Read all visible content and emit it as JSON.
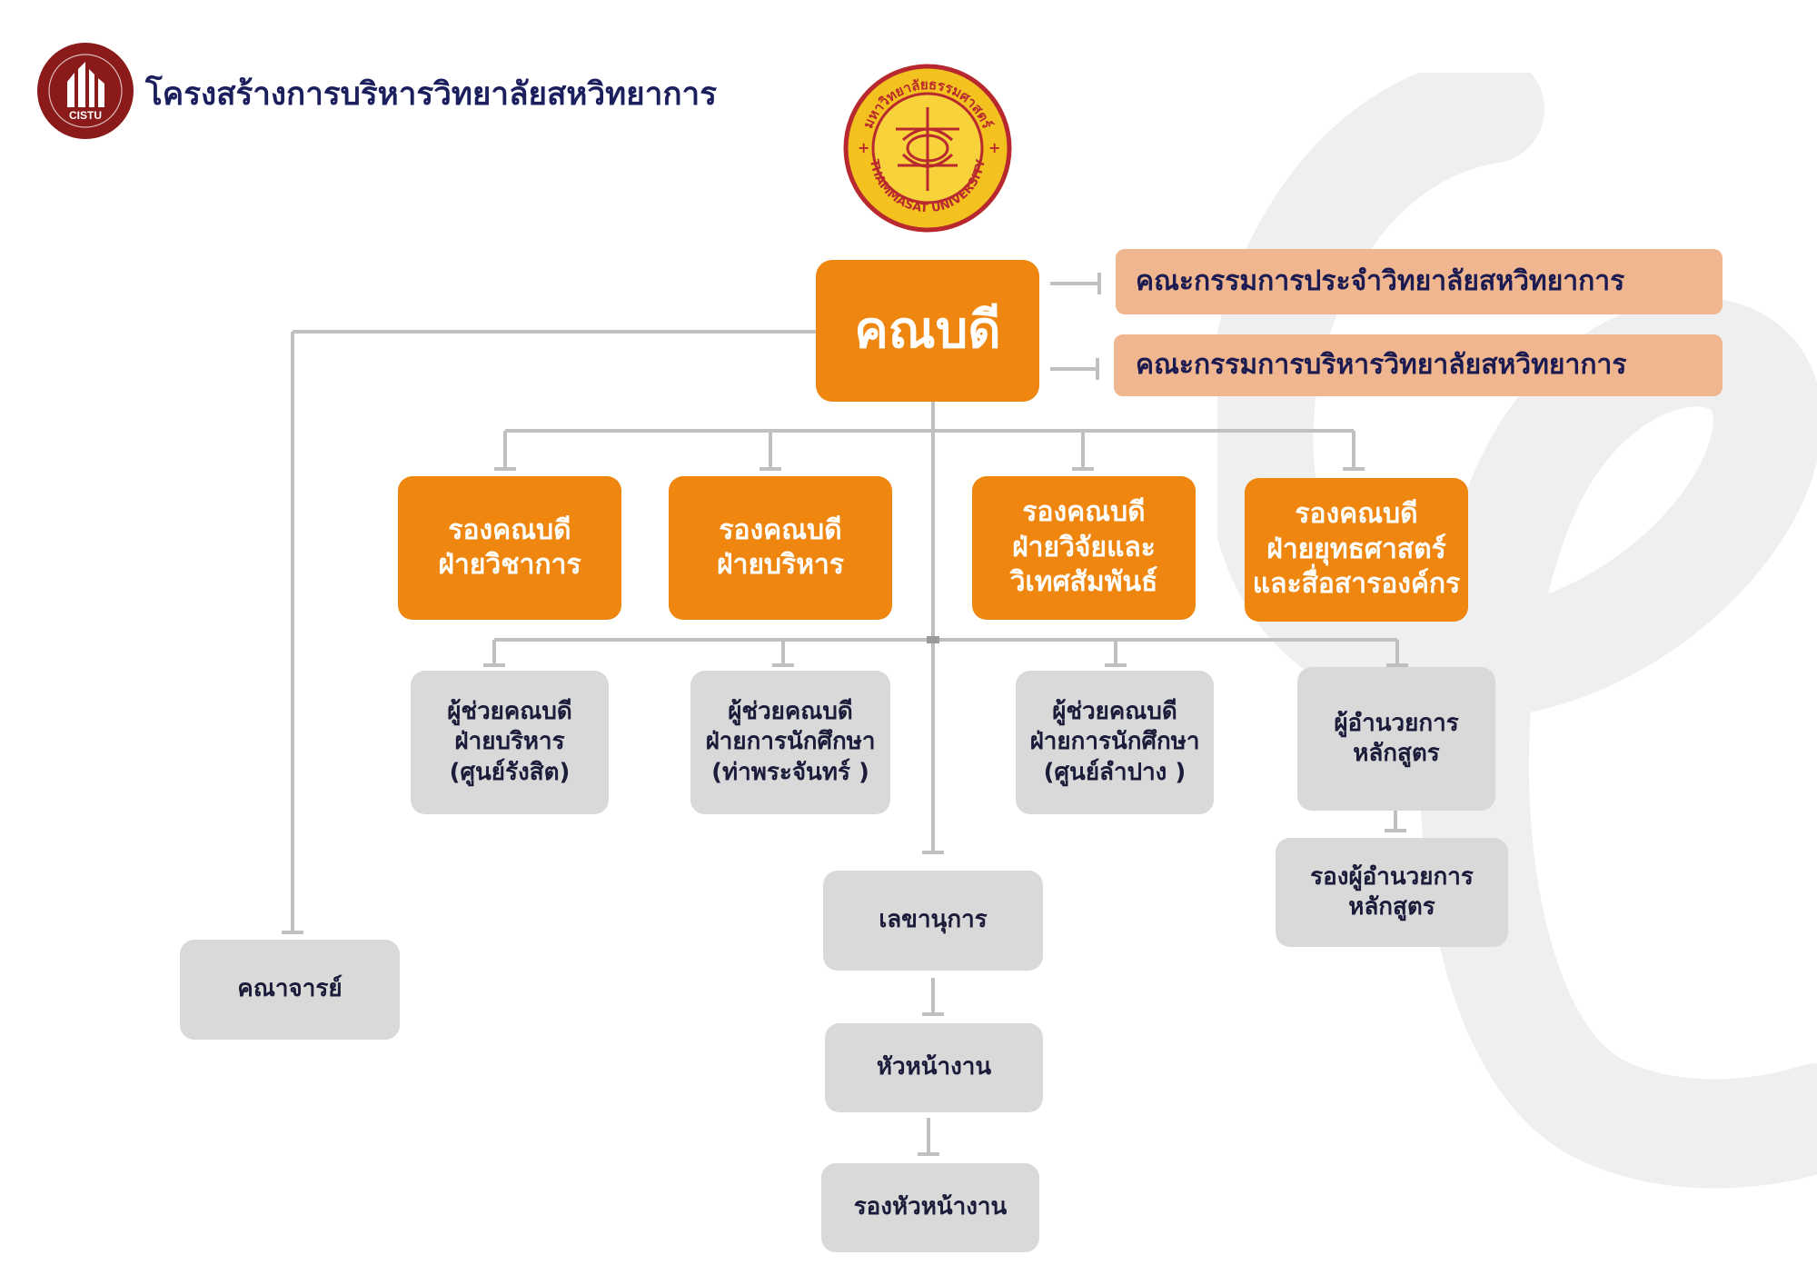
{
  "header": {
    "title": "โครงสร้างการบริหารวิทยาลัยสหวิทยาการ",
    "logo_text": "CISTU"
  },
  "seal": {
    "text_top": "มหาวิทยาลัยธรรมศาสตร์",
    "text_bottom": "THAMMASAT UNIVERSITY"
  },
  "chart": {
    "dean": "คณบดี",
    "committees": [
      "คณะกรรมการประจำวิทยาลัยสหวิทยาการ",
      "คณะกรรมการบริหารวิทยาลัยสหวิทยาการ"
    ],
    "vice_deans": [
      [
        "รองคณบดี",
        "ฝ่ายวิชาการ"
      ],
      [
        "รองคณบดี",
        "ฝ่ายบริหาร"
      ],
      [
        "รองคณบดี",
        "ฝ่ายวิจัยและ",
        "วิเทศสัมพันธ์"
      ],
      [
        "รองคณบดี",
        "ฝ่ายยุทธศาสตร์",
        "และสื่อสารองค์กร"
      ]
    ],
    "assistants": [
      [
        "ผู้ช่วยคณบดี",
        "ฝ่ายบริหาร",
        "(ศูนย์รังสิต)"
      ],
      [
        "ผู้ช่วยคณบดี",
        "ฝ่ายการนักศึกษา",
        "(ท่าพระจันทร์ )"
      ],
      [
        "ผู้ช่วยคณบดี",
        "ฝ่ายการนักศึกษา",
        "(ศูนย์ลำปาง )"
      ]
    ],
    "program_director": [
      "ผู้อำนวยการ",
      "หลักสูตร"
    ],
    "deputy_program_director": [
      "รองผู้อำนวยการ",
      "หลักสูตร"
    ],
    "faculty": "คณาจารย์",
    "secretary": "เลขานุการ",
    "head": "หัวหน้างาน",
    "deputy_head": "รองหัวหน้างาน"
  },
  "colors": {
    "orange": "#ee860f",
    "grey_box": "#d9d9d9",
    "peach": "#efb68f",
    "navy_text": "#1b1f5e",
    "line": "#bfbfbf",
    "logo_red": "#8b1a1a"
  }
}
